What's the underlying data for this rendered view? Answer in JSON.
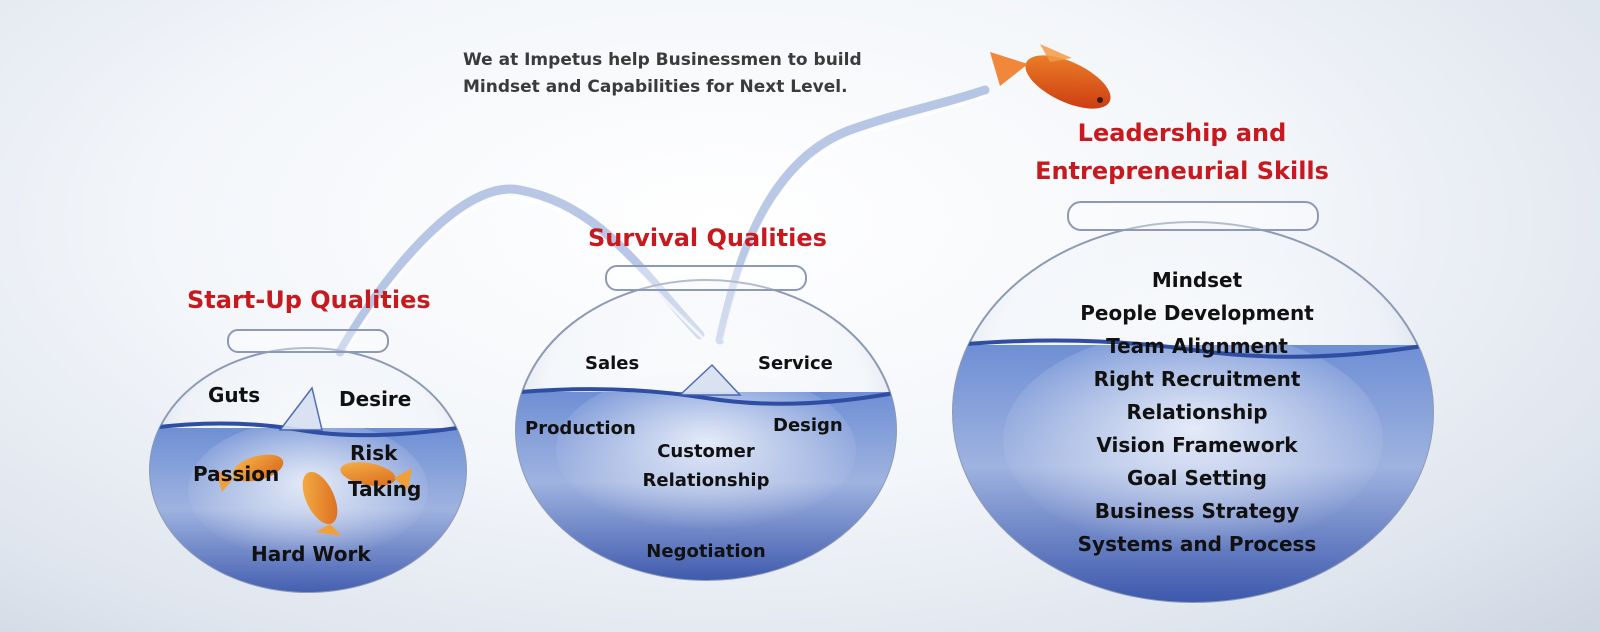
{
  "intro": {
    "line1": "We at Impetus help Businessmen to build",
    "line2": "Mindset and Capabilities for Next Level."
  },
  "colors": {
    "heading": "#c8191e",
    "label": "#111111",
    "water": "#3f5fb0",
    "fish": "#e8891e"
  },
  "bowls": {
    "startup": {
      "title": "Start-Up Qualities",
      "labels": {
        "guts": "Guts",
        "desire": "Desire",
        "risk": "Risk",
        "taking": "Taking",
        "passion": "Passion",
        "hard_work": "Hard Work"
      }
    },
    "survival": {
      "title": "Survival Qualities",
      "labels": {
        "sales": "Sales",
        "service": "Service",
        "production": "Production",
        "design": "Design",
        "customer": "Customer",
        "relationship": "Relationship",
        "negotiation": "Negotiation"
      }
    },
    "leadership": {
      "title_line1": "Leadership and",
      "title_line2": "Entrepreneurial Skills",
      "items": [
        "Mindset",
        "People Development",
        "Team Alignment",
        "Right Recruitment",
        "Relationship",
        "Vision Framework",
        "Goal Setting",
        "Business Strategy",
        "Systems and Process"
      ]
    }
  }
}
